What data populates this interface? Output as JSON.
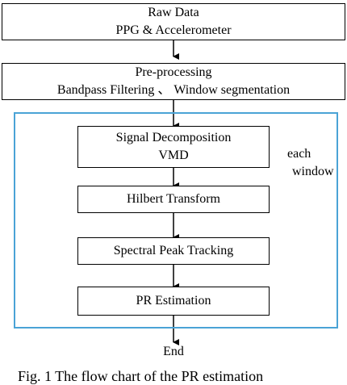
{
  "nodes": {
    "raw_data": {
      "line1": "Raw Data",
      "line2": "PPG & Accelerometer"
    },
    "preprocessing": {
      "line1": "Pre-processing",
      "line2": "Bandpass Filtering 、 Window segmentation"
    },
    "signal_decomposition": {
      "line1": "Signal Decomposition",
      "line2": "VMD"
    },
    "hilbert": {
      "label": "Hilbert Transform"
    },
    "spectral": {
      "label": "Spectral Peak Tracking"
    },
    "pr_estimation": {
      "label": "PR Estimation"
    },
    "end": {
      "label": "End"
    }
  },
  "loop_label": {
    "line1": "each",
    "line2": "window"
  },
  "caption": "Fig. 1 The flow chart of the PR estimation",
  "colors": {
    "frame": "#4aa3d6",
    "stroke": "#000000"
  }
}
